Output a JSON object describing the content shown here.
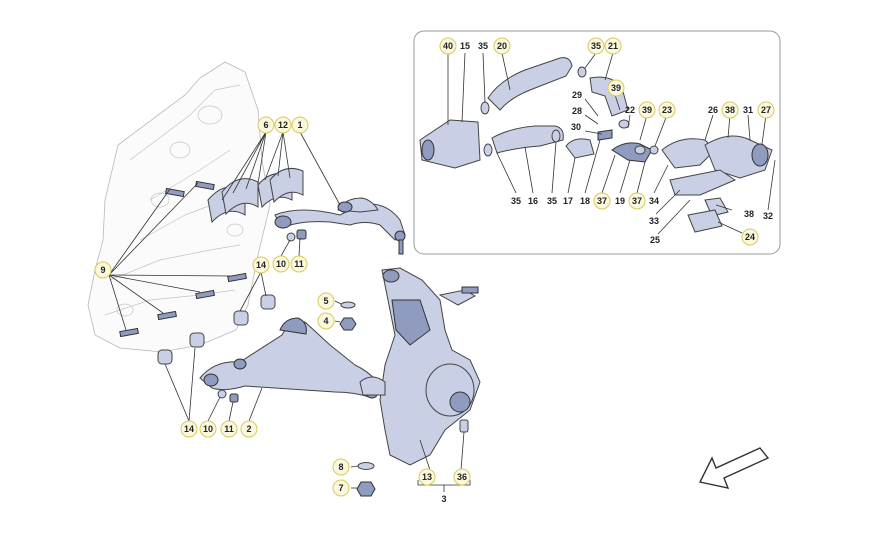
{
  "callouts_main": [
    {
      "id": "c-6",
      "label": "6"
    },
    {
      "id": "c-12",
      "label": "12"
    },
    {
      "id": "c-1",
      "label": "1"
    },
    {
      "id": "c-9",
      "label": "9"
    },
    {
      "id": "c-14a",
      "label": "14"
    },
    {
      "id": "c-10a",
      "label": "10"
    },
    {
      "id": "c-11a",
      "label": "11"
    },
    {
      "id": "c-5",
      "label": "5"
    },
    {
      "id": "c-4",
      "label": "4"
    },
    {
      "id": "c-14b",
      "label": "14"
    },
    {
      "id": "c-10b",
      "label": "10"
    },
    {
      "id": "c-11b",
      "label": "11"
    },
    {
      "id": "c-2",
      "label": "2"
    },
    {
      "id": "c-8",
      "label": "8"
    },
    {
      "id": "c-7",
      "label": "7"
    },
    {
      "id": "c-13",
      "label": "13"
    },
    {
      "id": "c-36",
      "label": "36"
    },
    {
      "id": "c-3",
      "label": "3"
    }
  ],
  "callouts_inset": [
    {
      "id": "i-40",
      "label": "40"
    },
    {
      "id": "i-15",
      "label": "15"
    },
    {
      "id": "i-35a",
      "label": "35"
    },
    {
      "id": "i-20",
      "label": "20"
    },
    {
      "id": "i-35b",
      "label": "35"
    },
    {
      "id": "i-21",
      "label": "21"
    },
    {
      "id": "i-39a",
      "label": "39"
    },
    {
      "id": "i-29",
      "label": "29"
    },
    {
      "id": "i-28",
      "label": "28"
    },
    {
      "id": "i-22",
      "label": "22"
    },
    {
      "id": "i-39b",
      "label": "39"
    },
    {
      "id": "i-23",
      "label": "23"
    },
    {
      "id": "i-30",
      "label": "30"
    },
    {
      "id": "i-26",
      "label": "26"
    },
    {
      "id": "i-38a",
      "label": "38"
    },
    {
      "id": "i-31",
      "label": "31"
    },
    {
      "id": "i-27",
      "label": "27"
    },
    {
      "id": "i-35c",
      "label": "35"
    },
    {
      "id": "i-16",
      "label": "16"
    },
    {
      "id": "i-35d",
      "label": "35"
    },
    {
      "id": "i-17",
      "label": "17"
    },
    {
      "id": "i-18",
      "label": "18"
    },
    {
      "id": "i-37a",
      "label": "37"
    },
    {
      "id": "i-19",
      "label": "19"
    },
    {
      "id": "i-37b",
      "label": "37"
    },
    {
      "id": "i-34",
      "label": "34"
    },
    {
      "id": "i-33",
      "label": "33"
    },
    {
      "id": "i-38b",
      "label": "38"
    },
    {
      "id": "i-32",
      "label": "32"
    },
    {
      "id": "i-25",
      "label": "25"
    },
    {
      "id": "i-24",
      "label": "24"
    }
  ],
  "colors": {
    "part_fill": "#c9d0e6",
    "part_shadow": "#8f9bbf",
    "callout_fill": "#fbf8de",
    "callout_stroke": "#d8c95c"
  },
  "icons": {
    "direction_arrow": "front-direction-arrow-icon"
  }
}
